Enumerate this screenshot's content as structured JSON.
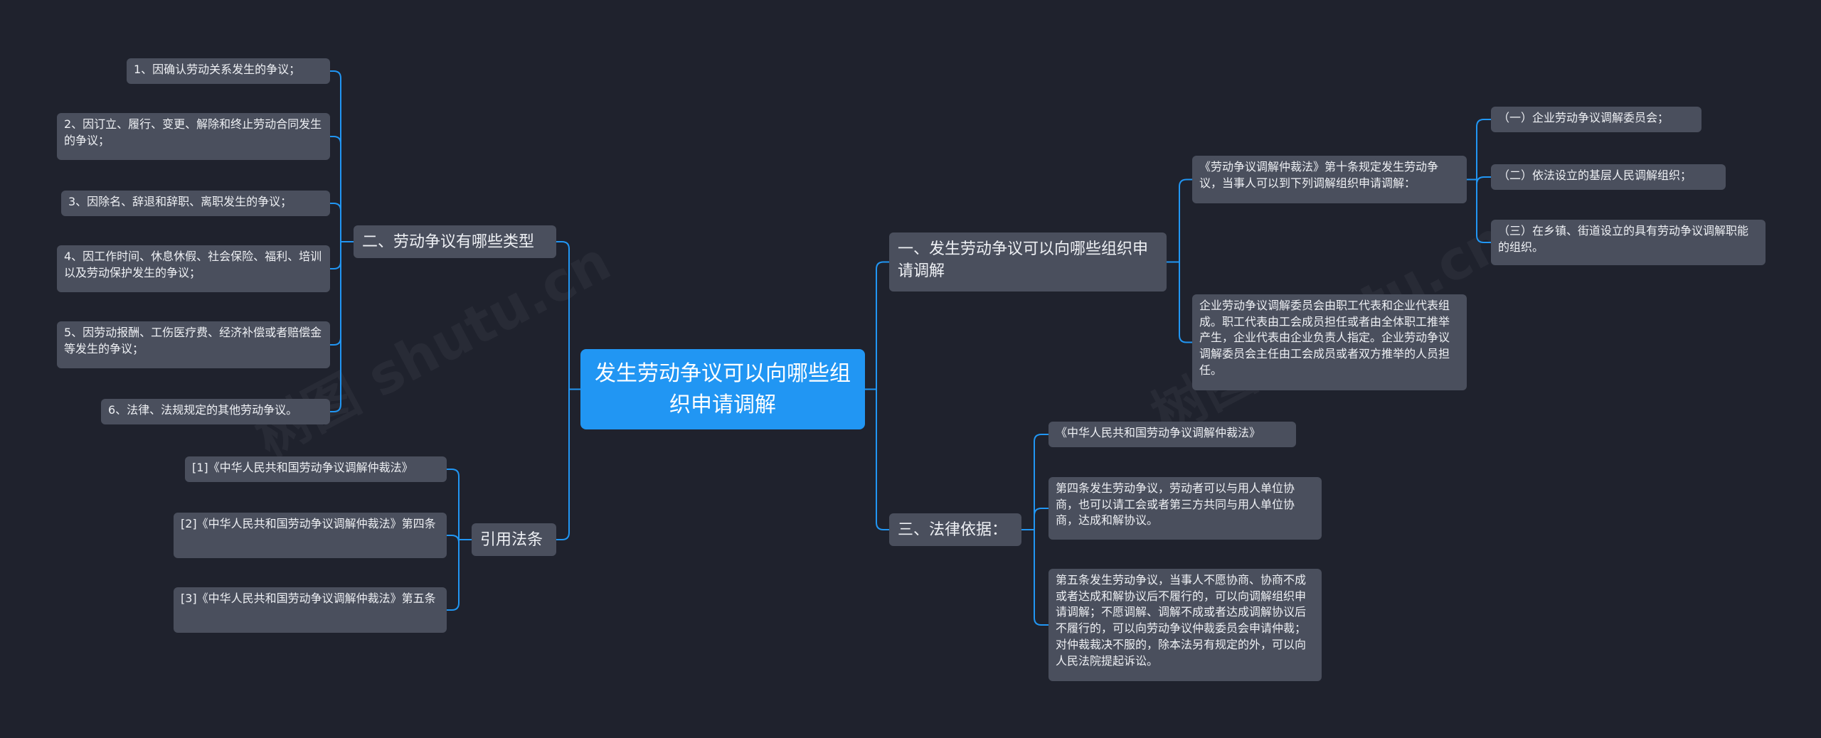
{
  "watermark": "树图 shutu.cn",
  "root": {
    "label": "发生劳动争议可以向哪些组织申请调解"
  },
  "branches": {
    "org": {
      "label": "一、发生劳动争议可以向哪些组织申请调解"
    },
    "types": {
      "label": "二、劳动争议有哪些类型"
    },
    "basis": {
      "label": "三、法律依据："
    },
    "cite": {
      "label": "引用法条"
    }
  },
  "org": {
    "intro": "《劳动争议调解仲裁法》第十条规定发生劳动争议，当事人可以到下列调解组织申请调解：",
    "items": [
      "（一）企业劳动争议调解委员会；",
      "（二）依法设立的基层人民调解组织；",
      "（三）在乡镇、街道设立的具有劳动争议调解职能的组织。"
    ],
    "committee": "企业劳动争议调解委员会由职工代表和企业代表组成。职工代表由工会成员担任或者由全体职工推举产生，企业代表由企业负责人指定。企业劳动争议调解委员会主任由工会成员或者双方推举的人员担任。"
  },
  "types": {
    "items": [
      "1、因确认劳动关系发生的争议；",
      "2、因订立、履行、变更、解除和终止劳动合同发生的争议；",
      "3、因除名、辞退和辞职、离职发生的争议；",
      "4、因工作时间、休息休假、社会保险、福利、培训以及劳动保护发生的争议；",
      "5、因劳动报酬、工伤医疗费、经济补偿或者赔偿金等发生的争议；",
      "6、法律、法规规定的其他劳动争议。"
    ]
  },
  "basis": {
    "items": [
      "《中华人民共和国劳动争议调解仲裁法》",
      "第四条发生劳动争议，劳动者可以与用人单位协商，也可以请工会或者第三方共同与用人单位协商，达成和解协议。",
      "第五条发生劳动争议，当事人不愿协商、协商不成或者达成和解协议后不履行的，可以向调解组织申请调解；不愿调解、调解不成或者达成调解协议后不履行的，可以向劳动争议仲裁委员会申请仲裁；对仲裁裁决不服的，除本法另有规定的外，可以向人民法院提起诉讼。"
    ]
  },
  "cite": {
    "items": [
      "[1]《中华人民共和国劳动争议调解仲裁法》",
      "[2]《中华人民共和国劳动争议调解仲裁法》第四条",
      "[3]《中华人民共和国劳动争议调解仲裁法》第五条"
    ]
  },
  "colors": {
    "connector": "#2196f3",
    "root": "#2196f3",
    "node": "#4a4f5d",
    "background": "#1f222d"
  }
}
